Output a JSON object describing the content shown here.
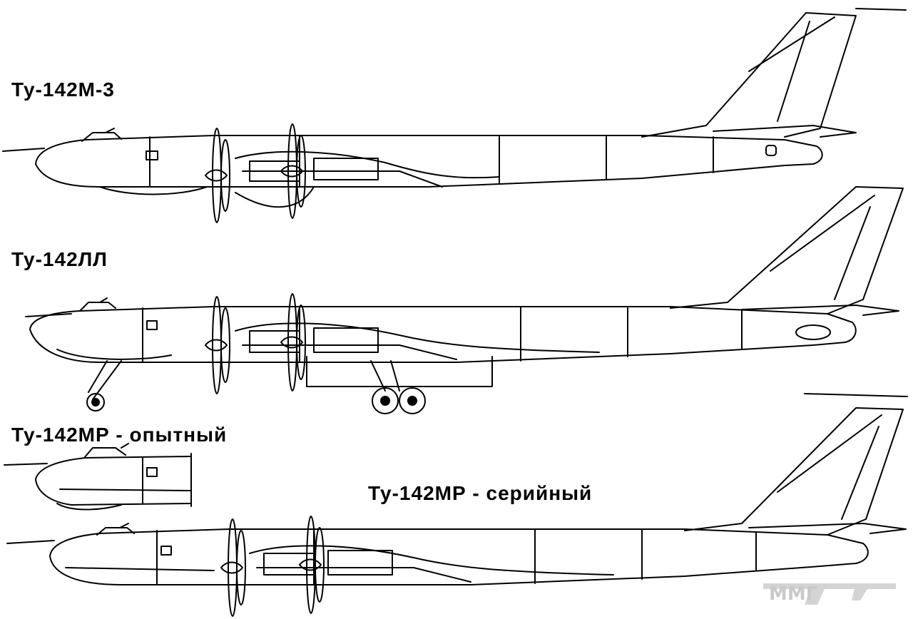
{
  "labels": {
    "aircraft1": "Ту-142М-3",
    "aircraft2": "Ту-142ЛЛ",
    "aircraft3": "Ту-142МР - опытный",
    "aircraft4": "Ту-142МР - серийный"
  },
  "watermark": "ММГ",
  "colors": {
    "line": "#000000",
    "background": "#ffffff",
    "watermark": "#c9c9c9"
  }
}
